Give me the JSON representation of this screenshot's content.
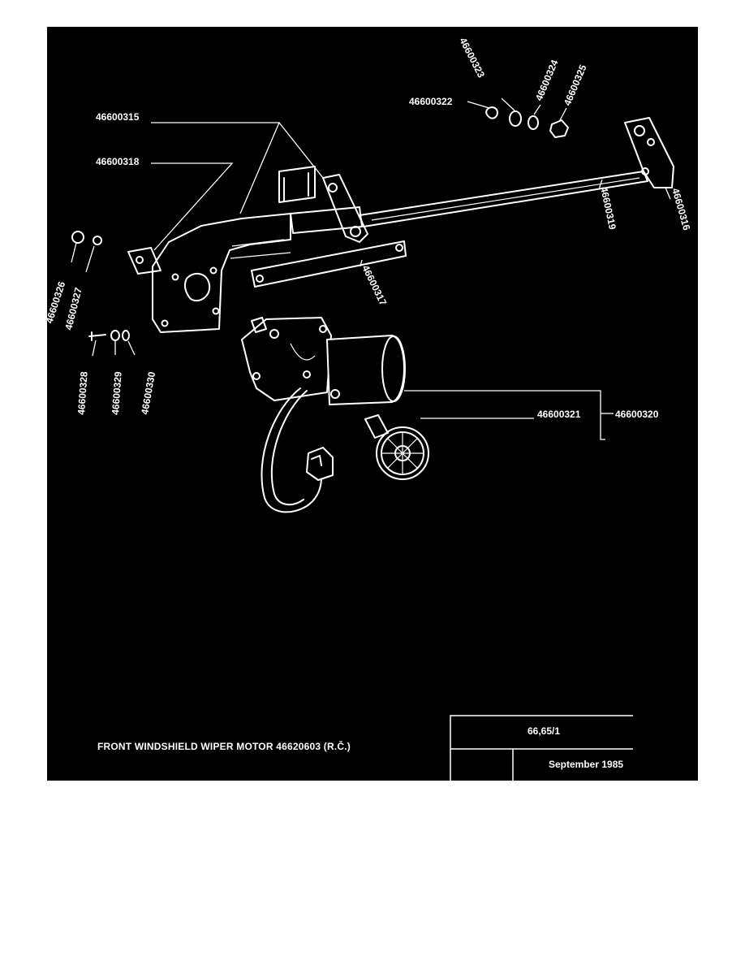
{
  "diagram": {
    "title": "FRONT WINDSHIELD WIPER MOTOR  46620603  (R.Č.)",
    "ref": "66,65/1",
    "date": "September 1985",
    "labels": {
      "p315": "46600315",
      "p316": "46600316",
      "p317": "46600317",
      "p318": "46600318",
      "p319": "46600319",
      "p320": "46600320",
      "p321": "46600321",
      "p322": "46600322",
      "p323": "46600323",
      "p324": "46600324",
      "p325": "46600325",
      "p326": "46600326",
      "p327": "46600327",
      "p328": "46600328",
      "p329": "46600329",
      "p330": "46600330"
    }
  }
}
